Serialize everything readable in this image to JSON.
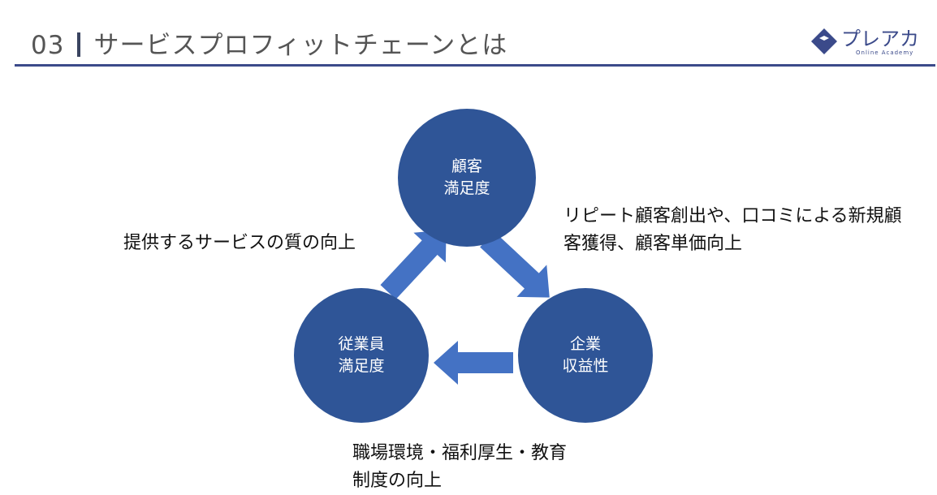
{
  "header": {
    "number": "03",
    "title": "サービスプロフィットチェーンとは"
  },
  "logo": {
    "name": "プレアカ",
    "subtitle": "Online Academy"
  },
  "diagram": {
    "nodes": [
      {
        "id": "customer",
        "lines": [
          "顧客",
          "満足度"
        ]
      },
      {
        "id": "profit",
        "lines": [
          "企業",
          "収益性"
        ]
      },
      {
        "id": "employee",
        "lines": [
          "従業員",
          "満足度"
        ]
      }
    ],
    "edges": [
      {
        "from": "employee",
        "to": "customer",
        "label": "提供するサービスの質の向上"
      },
      {
        "from": "customer",
        "to": "profit",
        "label_lines": [
          "リピート顧客創出や、口コミによる新規顧",
          "客獲得、顧客単価向上"
        ]
      },
      {
        "from": "profit",
        "to": "employee",
        "label_lines": [
          "職場環境・福利厚生・教育",
          "制度の向上"
        ]
      }
    ],
    "colors": {
      "node": "#2f5597",
      "arrow": "#4472c4",
      "accent": "#3b4a8a"
    }
  }
}
